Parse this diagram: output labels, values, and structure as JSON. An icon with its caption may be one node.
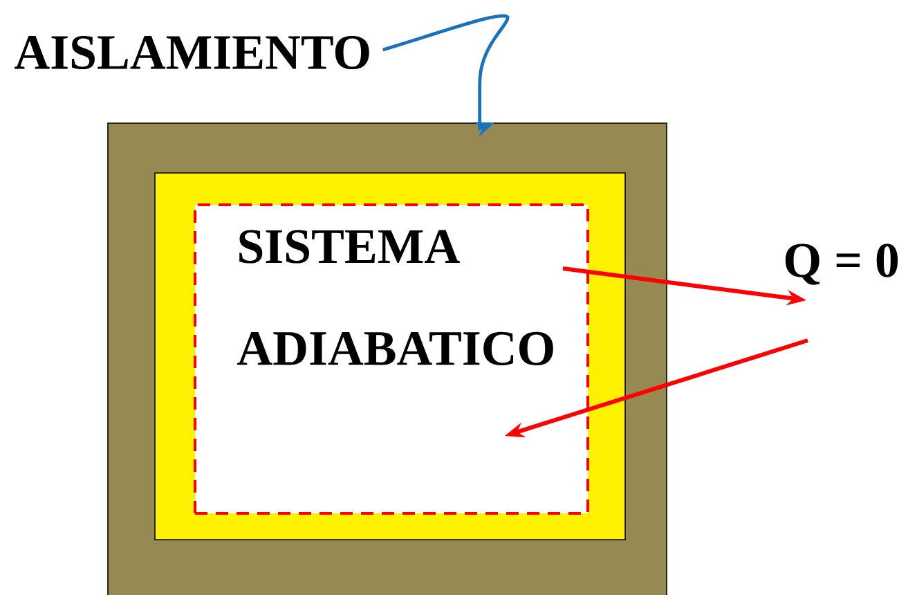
{
  "diagram": {
    "nodes": [
      {
        "text": [
          "AISLAMIENTO"
        ]
      },
      {
        "text": [],
        "shape": "box"
      },
      {
        "text": [],
        "shape": "box",
        "in": 1
      },
      {
        "text": [
          "SISTEMA ADIABATICO"
        ],
        "in": 2
      },
      {
        "text": [
          "Q = 0"
        ]
      }
    ],
    "edges": [
      {
        "from": 0,
        "to": 1,
        "arrow": "to",
        "color": "#1a72bf"
      },
      {
        "from": 3,
        "to": 4,
        "arrow": "to"
      },
      {
        "from": 4,
        "to": 3,
        "arrow": "to"
      }
    ]
  }
}
